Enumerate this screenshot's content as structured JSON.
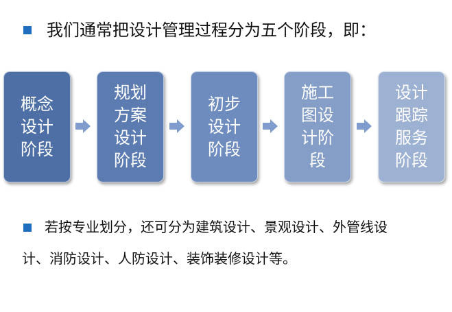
{
  "heading": {
    "text": "我们通常把设计管理过程分为五个阶段，即："
  },
  "stages": [
    {
      "label": "概念设计阶段"
    },
    {
      "label": "规划方案设计阶段"
    },
    {
      "label": "初步设计阶段"
    },
    {
      "label": "施工图设计阶段"
    },
    {
      "label": "设计跟踪服务阶段"
    }
  ],
  "note": {
    "text": "若按专业划分，还可分为建筑设计、景观设计、外管线设计、消防设计、人防设计、装饰装修设计等。"
  },
  "colors": {
    "bullet": "#1f6fc1",
    "stage_1": "#4d6fa6",
    "stage_2": "#5c7cb1",
    "stage_3": "#6e8cbe",
    "stage_4": "#849ec8",
    "stage_5": "#9db1d3",
    "arrow": "#7f9ccc"
  },
  "icons": {
    "bullet": "square-bullet-icon",
    "connector": "right-arrow-icon"
  }
}
